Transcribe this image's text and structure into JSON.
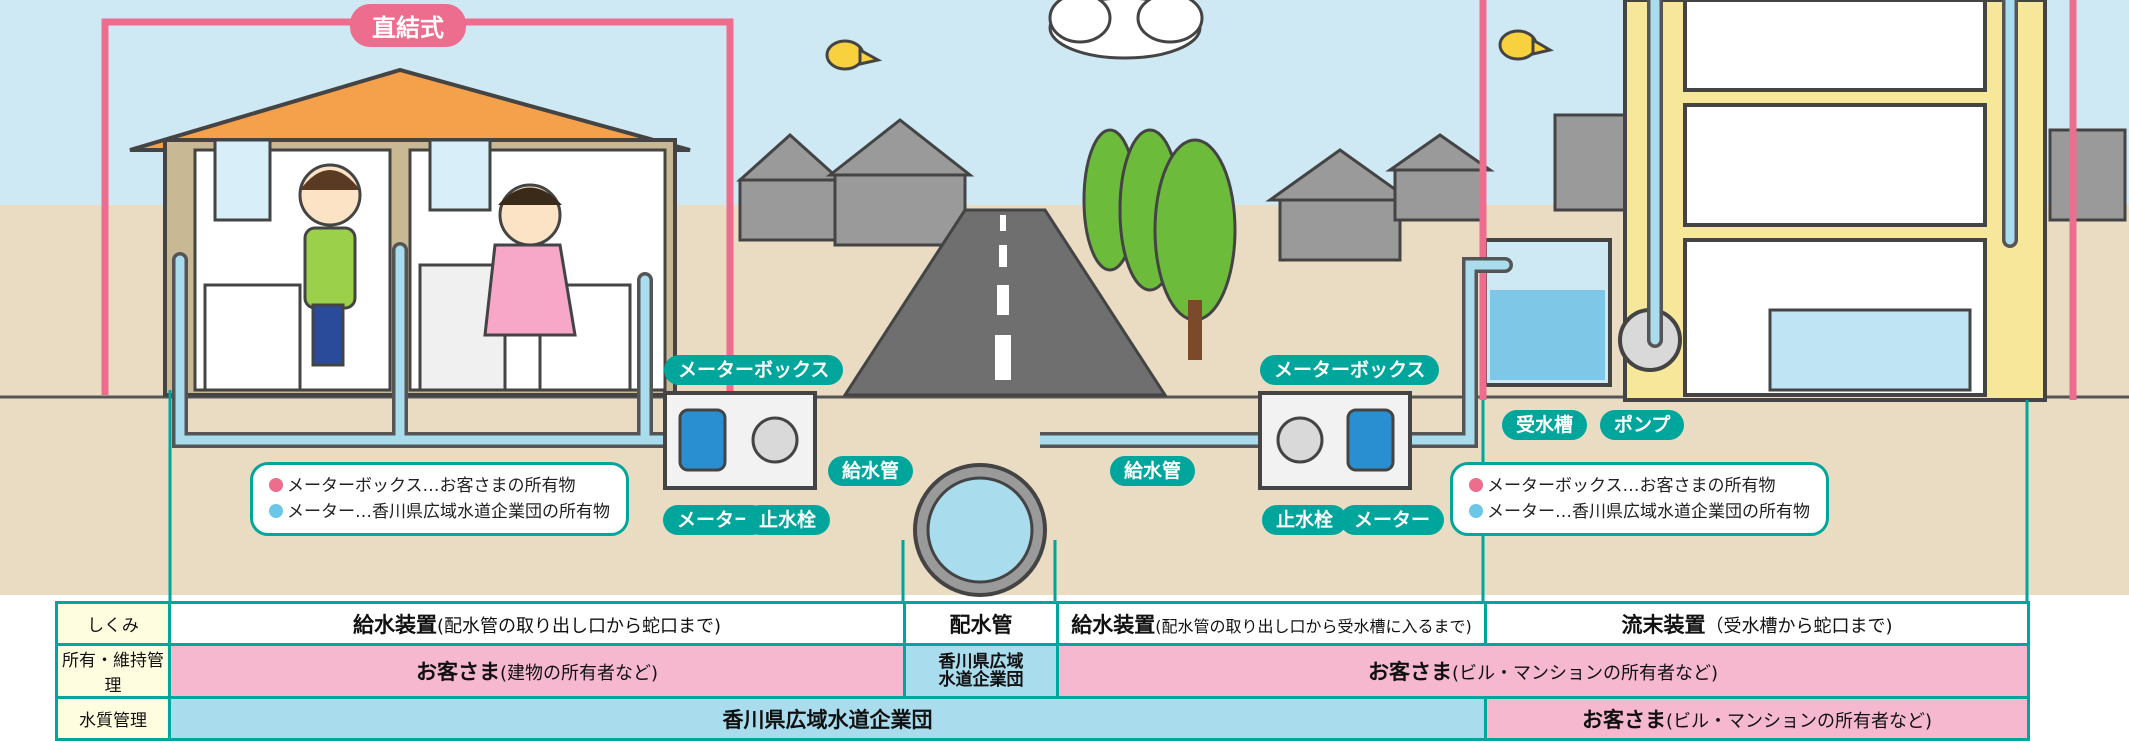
{
  "system_label": "直結式",
  "labels": {
    "meter_box_left": "メーターボックス",
    "meter_box_right": "メーターボックス",
    "supply_pipe_left": "給水管",
    "supply_pipe_right": "給水管",
    "meter_left": "メーター",
    "stopcock_left": "止水栓",
    "stopcock_right": "止水栓",
    "meter_right": "メーター",
    "receiving_tank": "受水槽",
    "pump": "ポンプ"
  },
  "notes": {
    "left": [
      "メーターボックス…お客さまの所有物",
      "メーター…香川県広域水道企業団の所有物"
    ],
    "right": [
      "メーターボックス…お客さまの所有物",
      "メーター…香川県広域水道企業団の所有物"
    ]
  },
  "table": {
    "rows": [
      {
        "header": "しくみ",
        "cells": [
          {
            "main": "給水装置",
            "sub": "(配水管の取り出し口から蛇口まで)"
          },
          {
            "main": "配水管",
            "sub": ""
          },
          {
            "main": "給水装置",
            "sub": "(配水管の取り出し口から受水槽に入るまで)"
          },
          {
            "main": "流末装置",
            "sub": "（受水槽から蛇口まで)"
          }
        ]
      },
      {
        "header": "所有・維持管理",
        "cells": [
          {
            "main": "お客さま",
            "sub": "(建物の所有者など)"
          },
          {
            "main": "香川県広域\n水道企業団",
            "sub": ""
          },
          {
            "main": "お客さま",
            "sub": "(ビル・マンションの所有者など)"
          }
        ]
      },
      {
        "header": "水質管理",
        "cells": [
          {
            "main": "香川県広域水道企業団",
            "sub": ""
          },
          {
            "main": "お客さま",
            "sub": "(ビル・マンションの所有者など)"
          }
        ]
      }
    ]
  },
  "colors": {
    "customer": "#f5b8cf",
    "authority": "#a9dced",
    "accent": "#00a59b",
    "pink_line": "#ec6d8d",
    "water": "#6cc6e8"
  }
}
